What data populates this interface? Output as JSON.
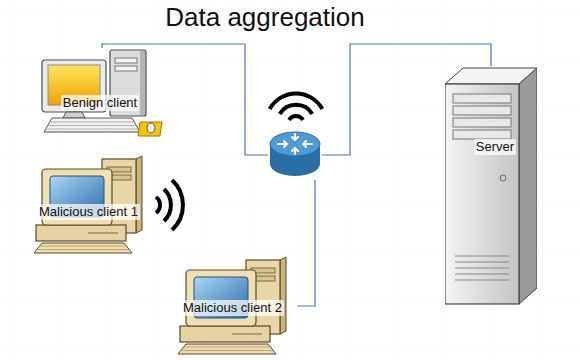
{
  "diagram": {
    "title": "Data aggregation",
    "nodes": [
      {
        "text": [
          "Benign client"
        ]
      },
      {
        "text": []
      },
      {
        "text": [
          "Server"
        ]
      },
      {
        "text": [
          "Malicious client 1"
        ]
      },
      {
        "text": [
          "Malicious client 2"
        ]
      }
    ],
    "edges": [
      {
        "from": 0,
        "to": 1,
        "arrow": "none"
      },
      {
        "from": 1,
        "to": 2,
        "arrow": "none"
      },
      {
        "from": 4,
        "to": 1,
        "arrow": "none"
      }
    ]
  }
}
